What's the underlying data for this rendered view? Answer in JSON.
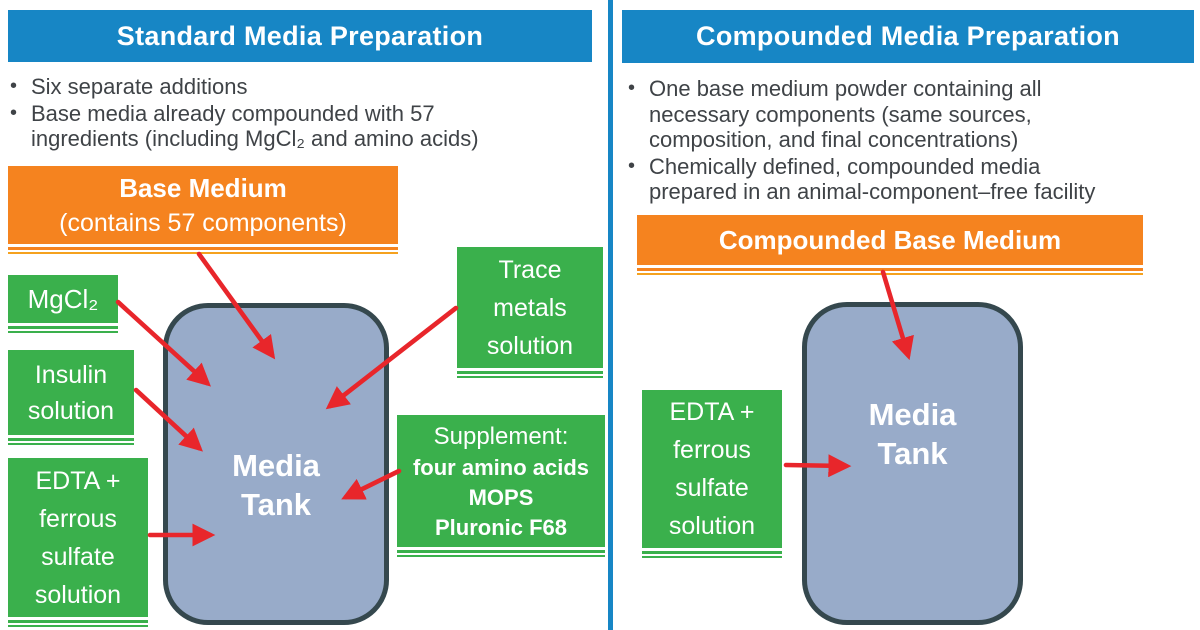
{
  "bullet_char": "•",
  "colors": {
    "header_blue": "#1786c5",
    "divider_blue": "#1786c5",
    "orange": "#f5831f",
    "green": "#3ab04c",
    "tank_fill": "#98abc9",
    "tank_border": "#35484e",
    "arrow_red": "#e8262b",
    "body_text": "#3f4347"
  },
  "left": {
    "header": "Standard Media Preparation",
    "bullets": [
      {
        "lines": [
          "Six separate additions"
        ]
      },
      {
        "lines": [
          "Base media already compounded with 57",
          "ingredients (including MgCl₂ and amino acids)"
        ]
      }
    ],
    "base_medium": {
      "line1": "Base Medium",
      "line2": "(contains 57 components)"
    },
    "mgcl2": "MgCl₂",
    "insulin": {
      "line1": "Insulin",
      "line2": "solution"
    },
    "edta": {
      "line1": "EDTA +",
      "line2": "ferrous",
      "line3": "sulfate",
      "line4": "solution"
    },
    "trace": {
      "line1": "Trace",
      "line2": "metals",
      "line3": "solution"
    },
    "supplement": {
      "title": "Supplement:",
      "item1": "four amino acids",
      "item2": "MOPS",
      "item3": "Pluronic F68"
    },
    "tank": {
      "line1": "Media",
      "line2": "Tank"
    }
  },
  "right": {
    "header": "Compounded Media Preparation",
    "bullets": [
      {
        "lines": [
          "One base medium powder containing all",
          "necessary components (same sources,",
          "composition, and final concentrations)"
        ]
      },
      {
        "lines": [
          "Chemically defined, compounded media",
          "prepared in an animal-component–free facility"
        ]
      }
    ],
    "base_medium": {
      "line1": "Compounded Base Medium"
    },
    "edta": {
      "line1": "EDTA +",
      "line2": "ferrous",
      "line3": "sulfate",
      "line4": "solution"
    },
    "tank": {
      "line1": "Media",
      "line2": "Tank"
    }
  }
}
